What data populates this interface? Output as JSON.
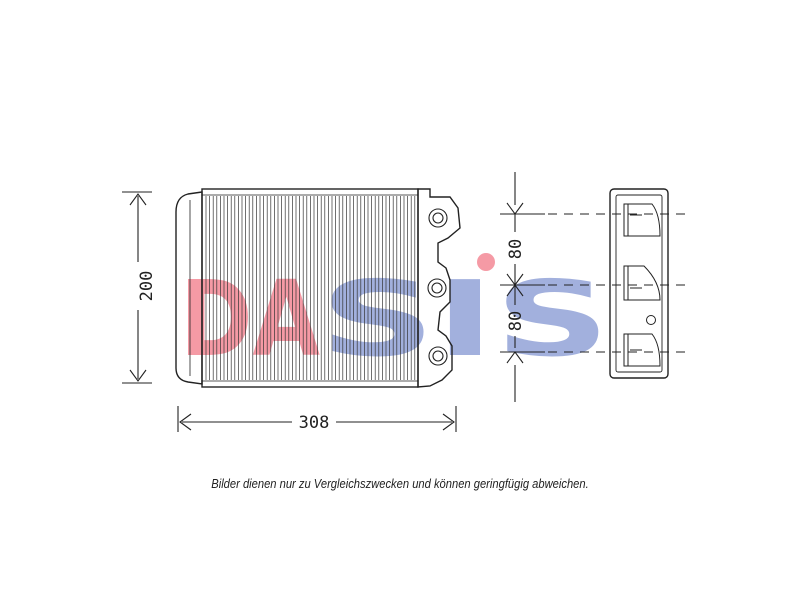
{
  "dimensions": {
    "height_label": "200",
    "width_label": "308",
    "spacing_upper_label": "80",
    "spacing_lower_label": "80"
  },
  "watermark": {
    "text": "DASIS",
    "colors": {
      "red": "#e8102a",
      "blue": "#2346b0"
    }
  },
  "caption": "Bilder dienen nur zu Vergleichszwecken und können geringfügig abweichen.",
  "colors": {
    "line": "#222222"
  }
}
